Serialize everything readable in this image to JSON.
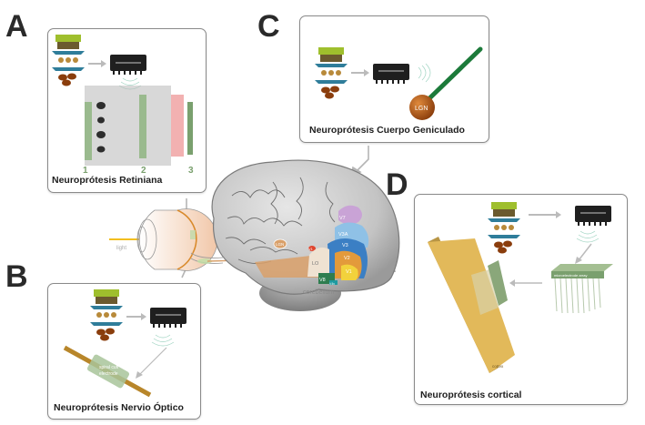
{
  "figure": {
    "panels": [
      {
        "letter": "A",
        "caption": "Neuroprótesis Retiniana",
        "layer_labels": [
          "1",
          "2",
          "3"
        ]
      },
      {
        "letter": "B",
        "caption": "Neuroprótesis Nervio Óptico",
        "electrode_label_line1": "spiral cuff",
        "electrode_label_line2": "electrode"
      },
      {
        "letter": "C",
        "caption": "Neuroprótesis Cuerpo Geniculado",
        "nucleus_label": "LGN"
      },
      {
        "letter": "D",
        "caption": "Neuroprótesis cortical",
        "array_label": "microelectrode array",
        "cortex_label": "cortex"
      }
    ],
    "eye": {
      "light_label": "light"
    },
    "brain": {
      "lgn_label": "LGN",
      "areas": [
        "V7",
        "V3A",
        "V3",
        "V2",
        "V1",
        "LO",
        "V8",
        "V4v"
      ],
      "mt_label": "V1",
      "cerebellum_label": "cerebellum"
    },
    "colors": {
      "brain_gray": "#c9c9c9",
      "optic_path": "#d9a06a",
      "v7": "#c9a3d6",
      "v3a": "#8fc1e6",
      "v3": "#3b7fc4",
      "v2": "#e39a3b",
      "v1": "#f2d23c",
      "lo": "#efe2d2",
      "v8": "#2e7d4f",
      "cortex_slab": "#e2b95a",
      "electrode_green": "#8aa77a",
      "cable": "#b8862a",
      "retina_pink": "#f2b1b1",
      "implant_green": "#7aa06e",
      "lgn_sphere": "#b85a16"
    }
  }
}
